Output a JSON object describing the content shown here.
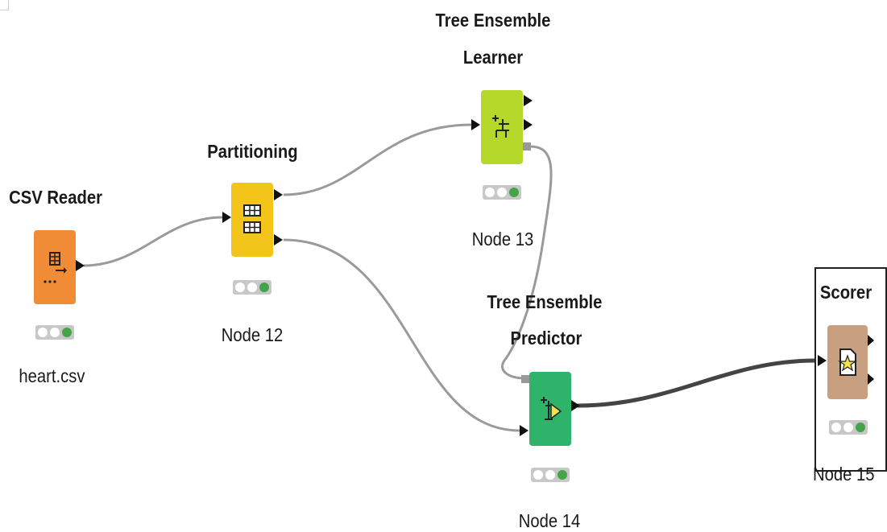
{
  "colors": {
    "csv_reader": "#ef8c35",
    "partitioning": "#f3c51a",
    "learner": "#b5d82a",
    "predictor": "#2fb36a",
    "scorer": "#c9a07f",
    "light_green": "#45a34a",
    "wire_normal": "#9a9a9a",
    "wire_selected": "#444444"
  },
  "nodes": [
    {
      "id": "csv-reader",
      "title": "CSV Reader",
      "title2": "",
      "caption": "heart.csv",
      "icon": "csv-reader-icon"
    },
    {
      "id": "partitioning",
      "title": "Partitioning",
      "title2": "",
      "caption": "Node 12",
      "icon": "partitioning-icon"
    },
    {
      "id": "learner",
      "title": "Tree Ensemble",
      "title2": "Learner",
      "caption": "Node 13",
      "icon": "tree-learner-icon"
    },
    {
      "id": "predictor",
      "title": "Tree Ensemble",
      "title2": "Predictor",
      "caption": "Node 14",
      "icon": "tree-predictor-icon"
    },
    {
      "id": "scorer",
      "title": "Scorer",
      "title2": "",
      "caption": "Node 15",
      "icon": "scorer-icon"
    }
  ],
  "status": {
    "light_states": [
      "off",
      "off",
      "on"
    ]
  }
}
